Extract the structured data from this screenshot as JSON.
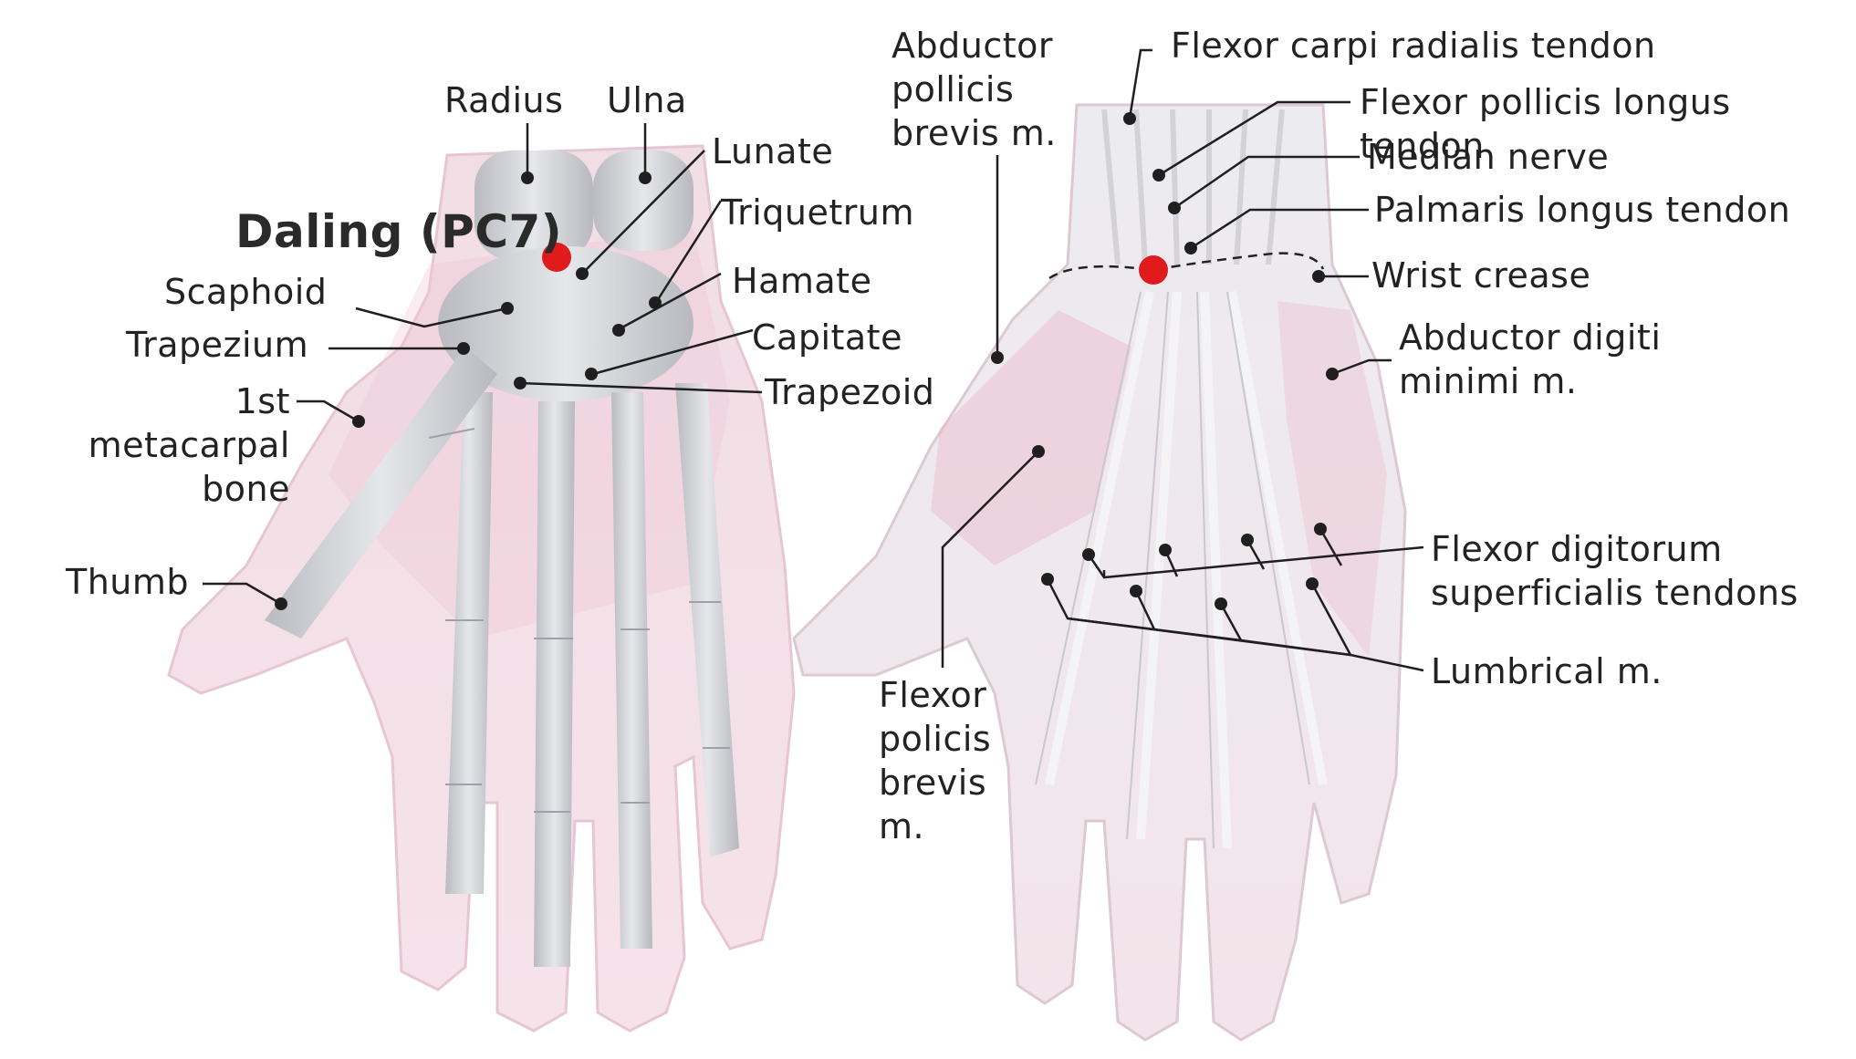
{
  "acupoint": {
    "name": "Daling (PC7)",
    "color": "#e01b1b"
  },
  "colors": {
    "skin": "#f3d9e1",
    "skin_edge": "#e9bccb",
    "bone": "#cfd0d4",
    "tendon": "#e4e4e8",
    "leader": "#1f1f1f"
  },
  "dorsal_labels": {
    "radius": "Radius",
    "ulna": "Ulna",
    "lunate": "Lunate",
    "triquetrum": "Triquetrum",
    "scaphoid": "Scaphoid",
    "hamate": "Hamate",
    "trapezium": "Trapezium",
    "capitate": "Capitate",
    "first_metacarpal": "1st metacarpal\nbone",
    "trapezoid": "Trapezoid",
    "thumb": "Thumb"
  },
  "palmar_labels": {
    "abductor_pollicis_brevis": "Abductor\npollicis\nbrevis m.",
    "flexor_carpi_radialis": "Flexor carpi radialis tendon",
    "flexor_pollicis_longus": "Flexor pollicis longus tendon",
    "median_nerve": "Median nerve",
    "palmaris_longus": "Palmaris longus tendon",
    "wrist_crease": "Wrist crease",
    "abductor_digiti_minimi": "Abductor digiti\n minimi m.",
    "flexor_digitorum_superficialis": "Flexor digitorum\nsuperficialis tendons",
    "lumbrical": "Lumbrical m.",
    "flexor_pollicis_brevis": "Flexor\npolicis\nbrevis\nm."
  }
}
